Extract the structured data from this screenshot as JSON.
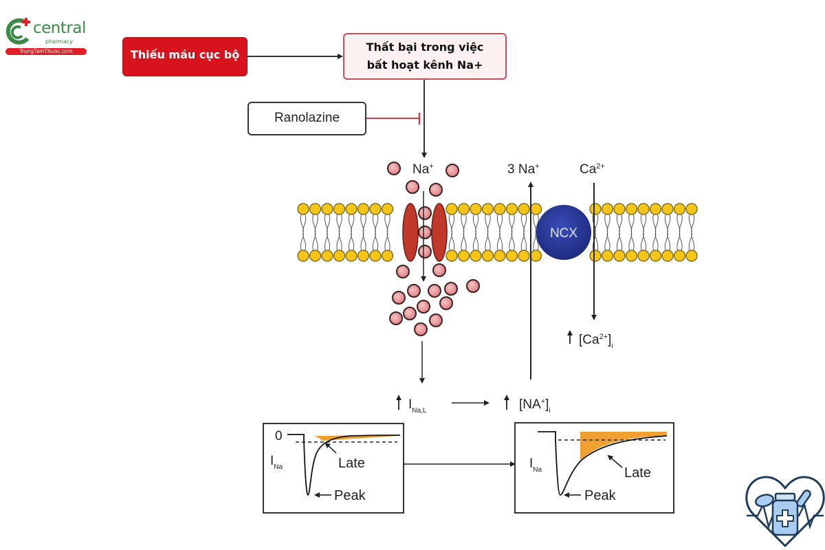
{
  "logo": {
    "brand": "central",
    "sub": "pharmacy",
    "site": "TrungTamThuoc.com",
    "brand_color": "#3b8a45",
    "accent_color": "#e01f26"
  },
  "boxes": {
    "ischemia": "Thiếu máu cục bộ",
    "failure_line1": "Thất bại trong việc",
    "failure_line2": "bất hoạt kênh Na+",
    "drug": "Ranolazine"
  },
  "labels": {
    "na_in": "Na",
    "na_in_sup": "+",
    "three_na": "3 Na",
    "three_na_sup": "+",
    "ca": "Ca",
    "ca_sup": "2+",
    "ncx": "NCX",
    "ca_i_prefix": "[Ca",
    "ca_i_sup": "2+",
    "ca_i_suffix": "]",
    "ca_i_sub": "i",
    "inal_main": "I",
    "inal_sub": "Na,L",
    "na_i_prefix": "[NA",
    "na_i_sup": "+",
    "na_i_suffix": "]",
    "na_i_sub": "i"
  },
  "panel_left": {
    "zero_label": "0",
    "ina_main": "I",
    "ina_sub": "Na",
    "late_label": "Late",
    "peak_label": "Peak"
  },
  "panel_right": {
    "ina_main": "I",
    "ina_sub": "Na",
    "late_label": "Late",
    "peak_label": "Peak"
  },
  "colors": {
    "ischemia_fill": "#d7141e",
    "inhibit_line": "#d0404a",
    "lipid_head": "#f5c518",
    "channel": "#c0392b",
    "ion": "#e89a9c",
    "ncx": "#2b3a9a",
    "late_current": "#f0a030"
  },
  "corner_icon": "heart-medicine-icon"
}
